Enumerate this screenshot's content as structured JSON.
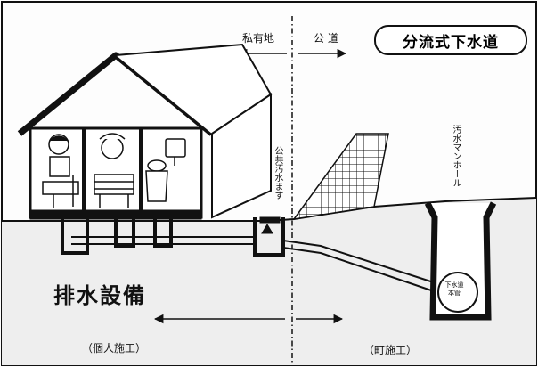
{
  "title": "分流式下水道",
  "boundary": {
    "private_land": "私有地",
    "public_road": "公 道"
  },
  "labels": {
    "public_inlet": "公共汚水ます",
    "manhole": "汚水マンホール",
    "sewer_pipe_line1": "下水道",
    "sewer_pipe_line2": "本管",
    "facility": "排水設備",
    "individual_work": "（個人施工）",
    "town_work": "（町施工）"
  },
  "colors": {
    "ink": "#111111",
    "paper": "#fdfdfd",
    "ground": "#d9d9d9"
  }
}
